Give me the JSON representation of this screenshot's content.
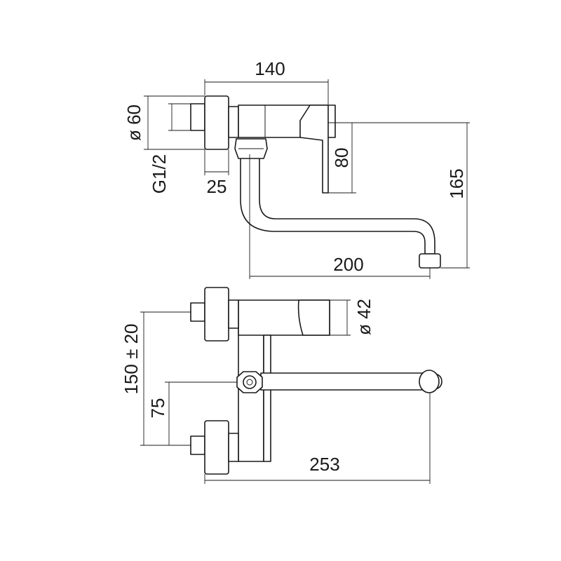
{
  "dimensions": {
    "top_view": {
      "width": "140",
      "diameter": "ø 60",
      "thread": "G1/2",
      "depth": "25",
      "lever_height": "80",
      "total_height": "165",
      "spout_reach": "200"
    },
    "front_view": {
      "diameter": "ø 42",
      "centers": "150 ± 20",
      "half_centers": "75",
      "total_width": "253"
    }
  },
  "colors": {
    "line": "#1a1a1a",
    "background": "#ffffff"
  }
}
